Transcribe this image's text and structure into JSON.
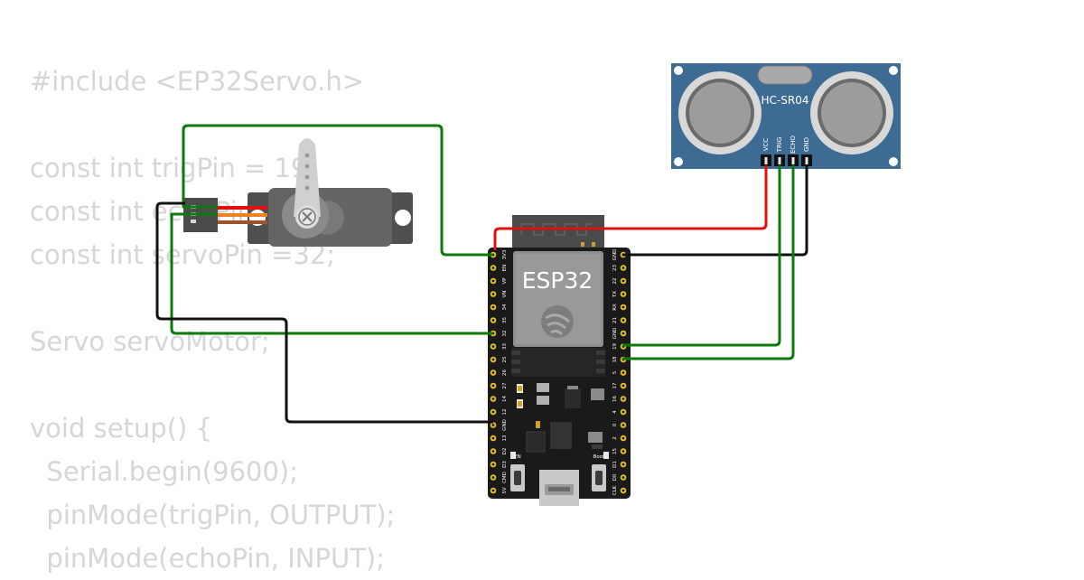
{
  "code_lines": [
    "#include <EP32Servo.h>",
    "",
    "const int trigPin = 19;",
    "const int echoPin = 18;",
    "const int servoPin =32;",
    "",
    "Servo servoMotor;",
    "",
    "void setup() {",
    "  Serial.begin(9600);",
    "  pinMode(trigPin, OUTPUT);",
    "  pinMode(echoPin, INPUT);"
  ],
  "esp32": {
    "chip_label": "ESP32",
    "en_label": "EN",
    "boot_label": "Boot",
    "left_pins": [
      "3V3",
      "EN",
      "VP",
      "VN",
      "34",
      "35",
      "32",
      "33",
      "25",
      "26",
      "27",
      "14",
      "12",
      "GND",
      "13",
      "D2",
      "D3",
      "CMD",
      "5V"
    ],
    "right_pins": [
      "GND",
      "23",
      "22",
      "TX",
      "RX",
      "21",
      "GND",
      "19",
      "18",
      "5",
      "17",
      "16",
      "4",
      "0",
      "2",
      "15",
      "D1",
      "D0",
      "CLK"
    ]
  },
  "sensor": {
    "model_label": "HC-SR04",
    "pins": [
      "VCC",
      "TRIG",
      "ECHO",
      "GND"
    ]
  },
  "colors": {
    "wire_green": "#0a7a0a",
    "wire_red": "#e01010",
    "wire_black": "#111111",
    "sensor_board": "#3d6b94",
    "esp_board": "#1a1a1a",
    "code_text": "#d6d6d6"
  }
}
